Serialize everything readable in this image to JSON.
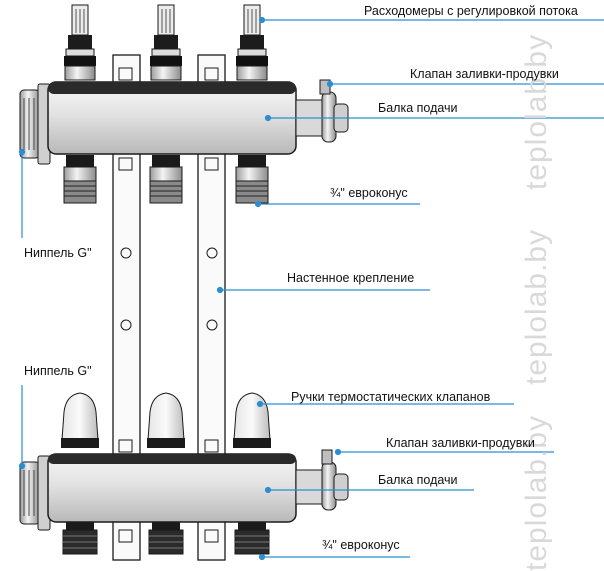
{
  "watermarks": [
    "teplolab.by",
    "teplolab.by",
    "teplolab.by"
  ],
  "labels": {
    "flowmeters": "Расходомеры с регулировкой потока",
    "valve_top": "Клапан заливки-продувки",
    "beam_top": "Балка подачи",
    "euro_top": "¾\" евроконус",
    "nipple_left_top": "Ниппель G\"",
    "wall_mount": "Настенное крепление",
    "nipple_left_bottom": "Ниппель G\"",
    "thermo_handles": "Ручки термостатических клапанов",
    "valve_bottom": "Клапан заливки-продувки",
    "beam_bottom": "Балка подачи",
    "euro_bottom": "¾\" евроконус"
  },
  "colors": {
    "leader": "#2a8fd0",
    "outline": "#1a1a1a",
    "metal_light": "#f2f2f2",
    "metal_dark": "#9a9a9a"
  }
}
